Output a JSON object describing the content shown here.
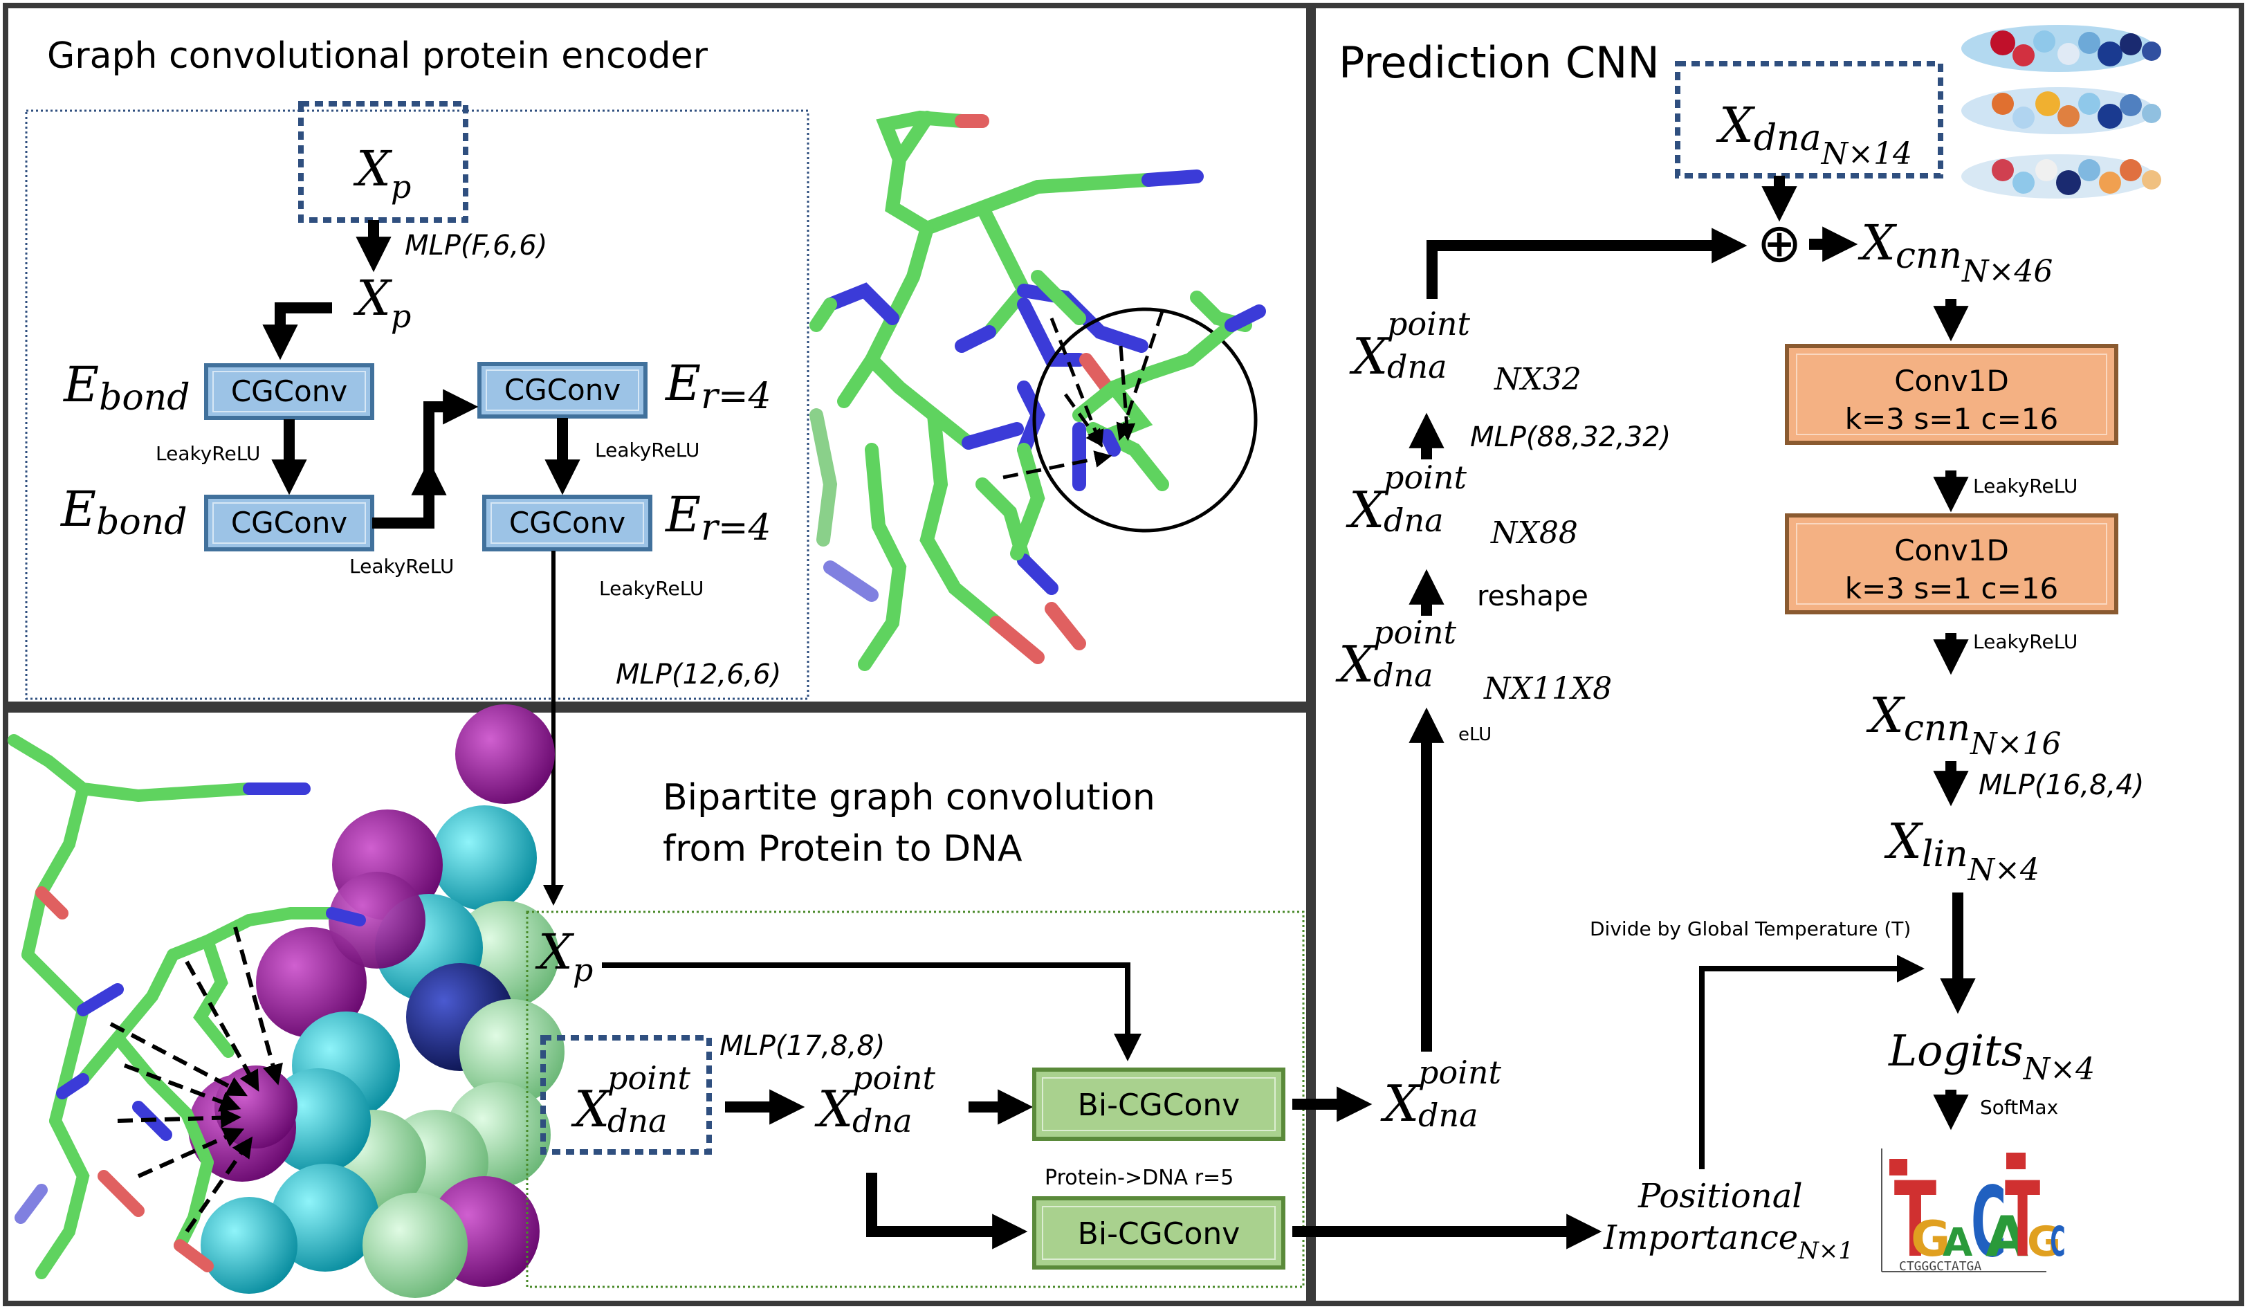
{
  "panels": {
    "encoder_title": "Graph convolutional protein encoder",
    "bipartite_title_1": "Bipartite graph convolution",
    "bipartite_title_2": "from Protein to DNA",
    "cnn_title": "Prediction CNN"
  },
  "encoder": {
    "xp_main": "X",
    "xp_sub": "p",
    "mlp1": "MLP(F,6,6)",
    "xp2_main": "X",
    "xp2_sub": "p",
    "e_main": "E",
    "e_bond_sub": "bond",
    "e_r_sub": "r=4",
    "cgconv": "CGConv",
    "leaky1": "LeakyReLU",
    "leaky2": "LeakyReLU",
    "leaky3": "LeakyReLU",
    "leaky4": "LeakyReLU",
    "mlp2": "MLP(12,6,6)"
  },
  "bipartite": {
    "xp_main": "X",
    "xp_sub": "p",
    "xdna_main": "X",
    "point": "point",
    "dna": "dna",
    "mlp": "MLP(17,8,8)",
    "bicgconv": "Bi-CGConv",
    "protein_dna": "Protein->DNA r=5"
  },
  "middle": {
    "x_main": "X",
    "point": "point",
    "dna": "dna",
    "dim1": "NX11X8",
    "dim2": "NX88",
    "dim3": "NX32",
    "elu": "eLU",
    "reshape": "reshape",
    "mlp": "MLP(88,32,32)"
  },
  "cnn": {
    "xdna_main": "X",
    "xdna_sub": "dna",
    "xdna_dim": "N×14",
    "oplus": "⊕",
    "xcnn_main": "X",
    "xcnn_sub": "cnn",
    "xcnn_dim1": "N×46",
    "xcnn_dim2": "N×16",
    "conv1d": "Conv1D",
    "conv_params": "k=3 s=1 c=16",
    "leaky1": "LeakyReLU",
    "leaky2": "LeakyReLU",
    "mlp": "MLP(16,8,4)",
    "xlin_main": "X",
    "xlin_sub": "lin",
    "xlin_dim": "N×4",
    "divide": "Divide by Global Temperature (T)",
    "logits": "Logits",
    "logits_dim": "N×4",
    "softmax": "SoftMax",
    "pos1": "Positional",
    "pos2": "Importance",
    "pos_dim": "N×1"
  },
  "logo": {
    "letters": "TGAACATGCC",
    "bottom": "CTGGGCTATGA"
  },
  "colors": {
    "frame": "#3a3a3a",
    "dashed_box": "#2f4f7f",
    "cgconv_fill": "#9cc3e6",
    "cgconv_edge": "#41719c",
    "bicg_fill": "#a9d18e",
    "bicg_edge": "#5a8a3a",
    "conv_fill": "#f4b183",
    "conv_edge": "#8a5a30",
    "stick_green": "#5fd35f",
    "stick_blue": "#3b3bd8",
    "stick_red": "#e06060",
    "dna_magenta": "#9a1aa0",
    "dna_cyan": "#1ed3e0",
    "dna_light_green": "#a8e8b0",
    "dna_navy": "#1c2a8a"
  }
}
